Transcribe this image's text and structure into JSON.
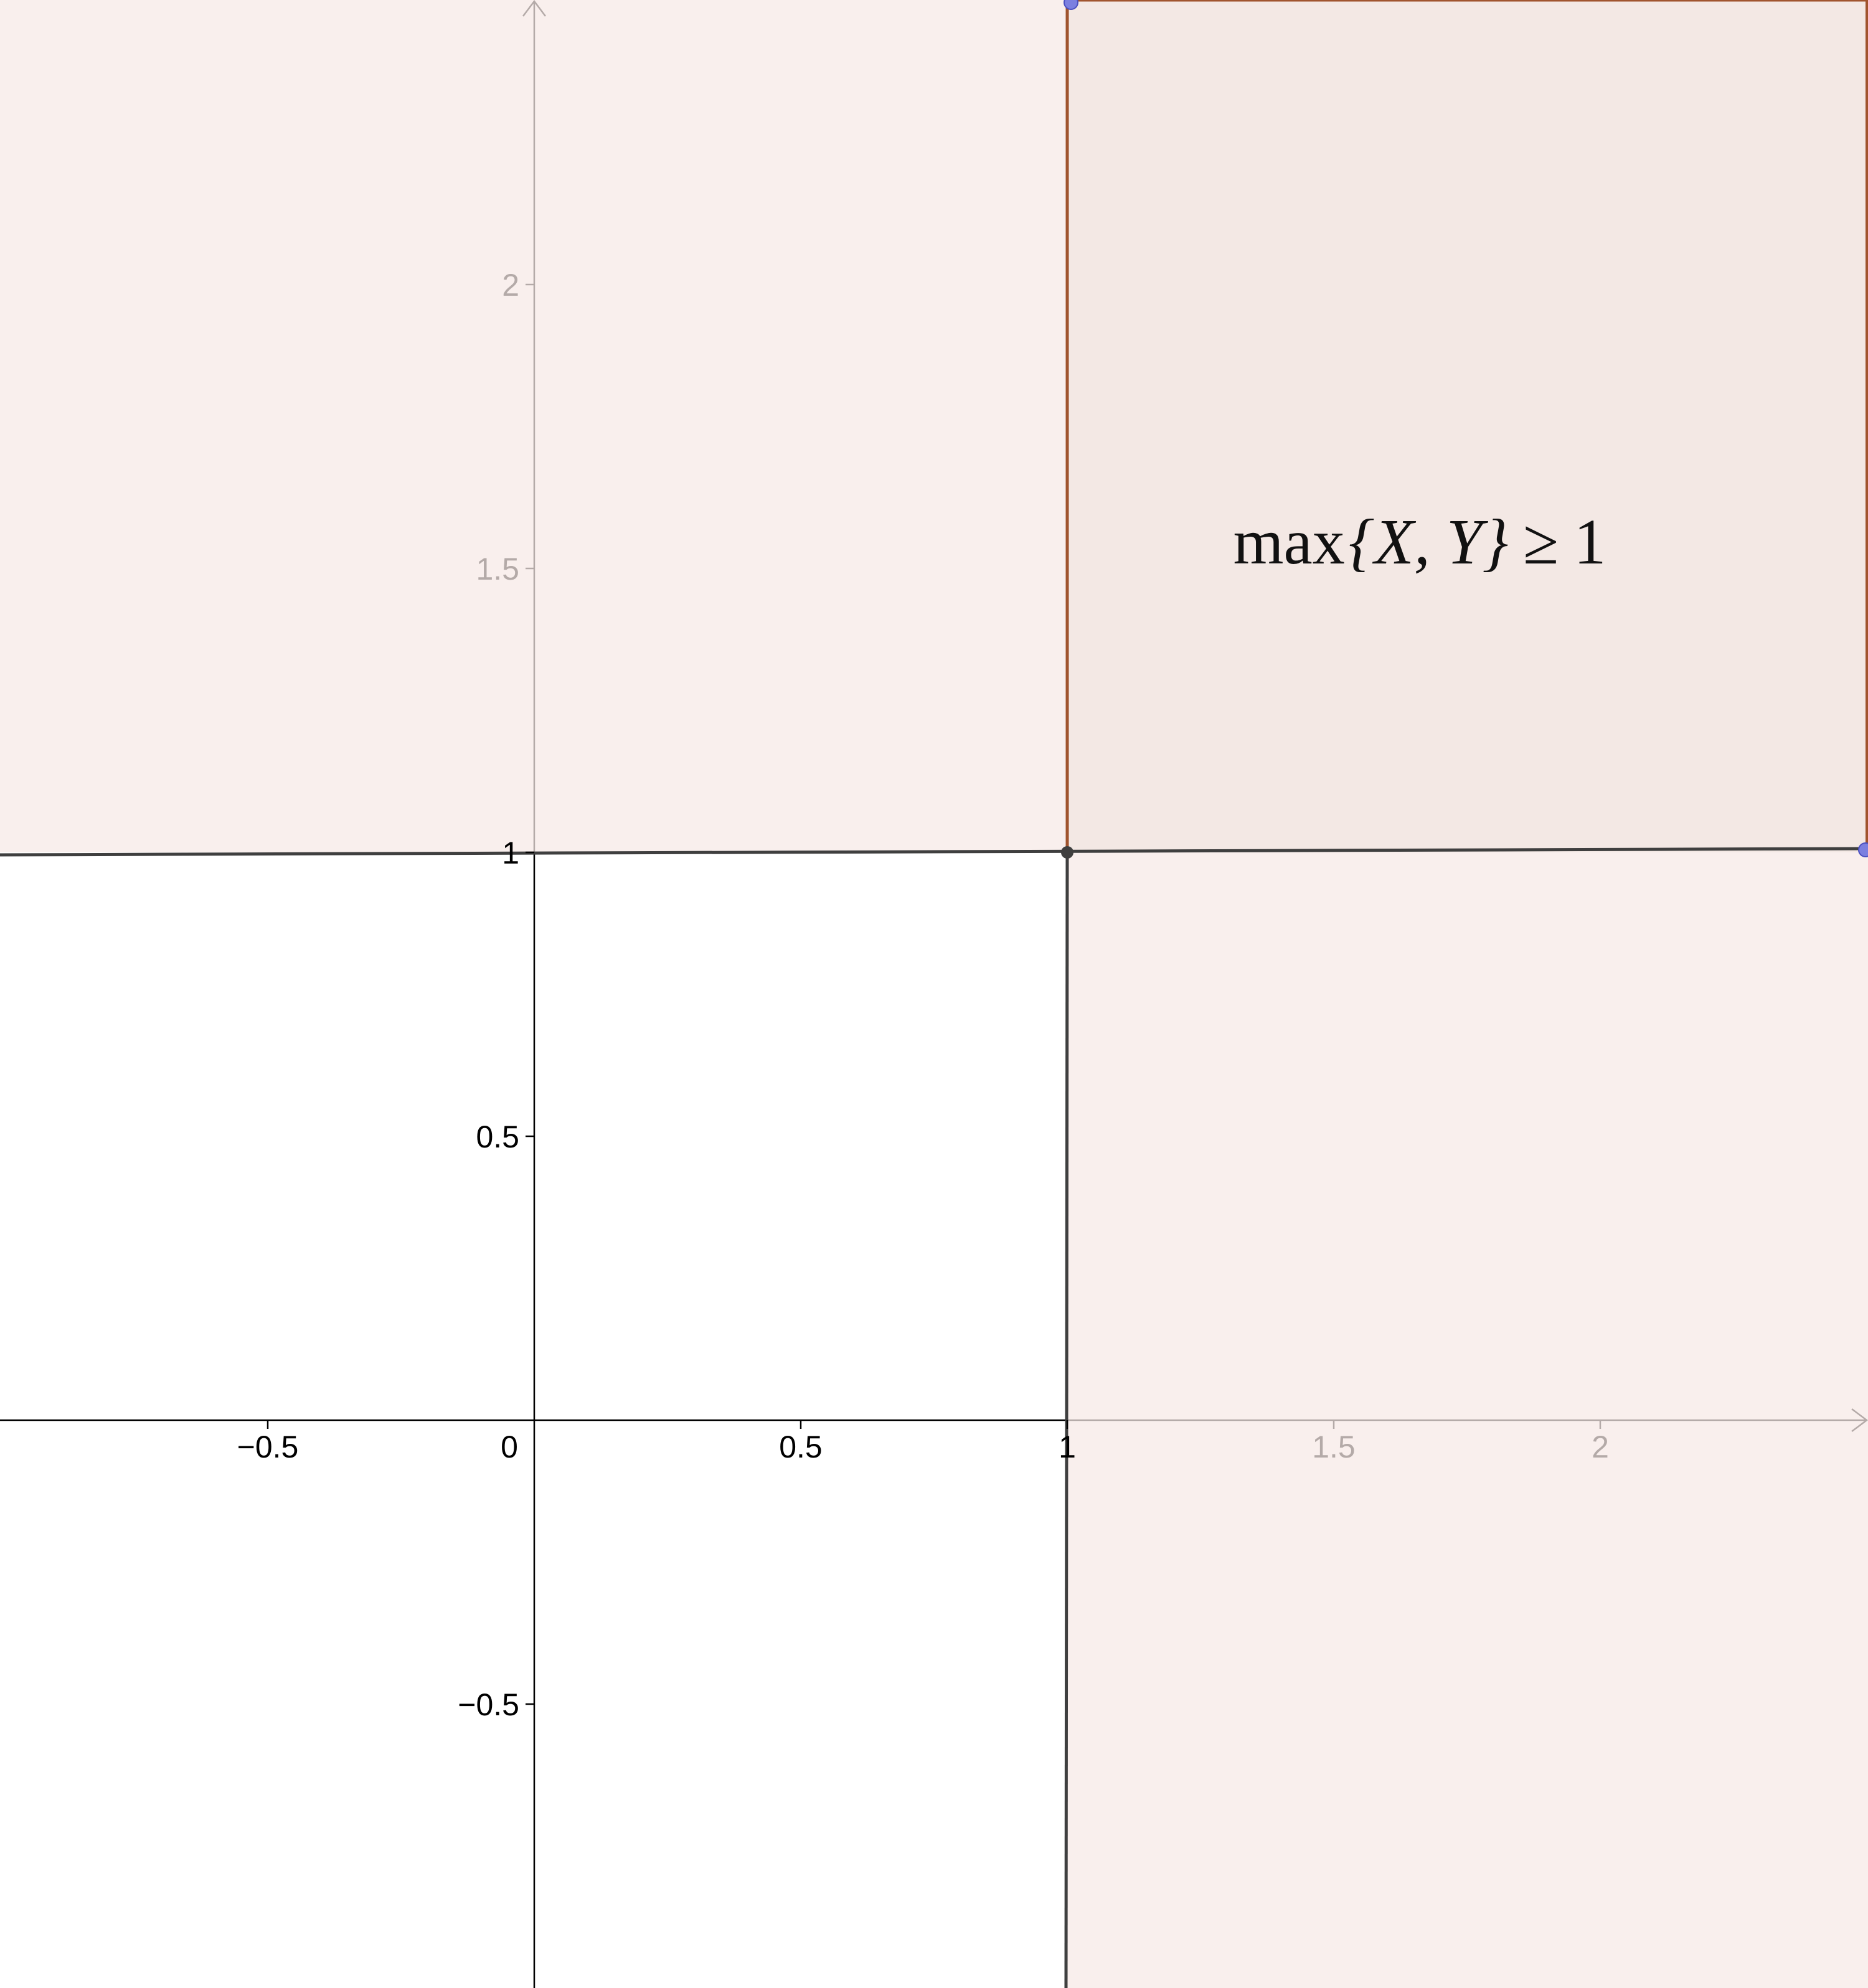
{
  "x_axis": {
    "range": [
      -1,
      2.5
    ],
    "ticks": [
      {
        "value": -0.5,
        "label": "−0.5"
      },
      {
        "value": 0,
        "label": "0"
      },
      {
        "value": 0.5,
        "label": "0.5"
      },
      {
        "value": 1,
        "label": "1"
      },
      {
        "value": 1.5,
        "label": "1.5"
      },
      {
        "value": 2,
        "label": "2"
      }
    ]
  },
  "y_axis": {
    "range": [
      -1,
      2.5
    ],
    "ticks": [
      {
        "value": -0.5,
        "label": "−0.5"
      },
      {
        "value": 0.5,
        "label": "0.5"
      },
      {
        "value": 1,
        "label": "1"
      },
      {
        "value": 1.5,
        "label": "1.5"
      },
      {
        "value": 2,
        "label": "2"
      }
    ]
  },
  "boundary": {
    "x": 1,
    "y": 1
  },
  "region_label": {
    "lhs": "max",
    "set": "{X, Y}",
    "relation": "≥",
    "rhs": "1"
  },
  "colors": {
    "region_fill": "#f9efed",
    "overlap_fill": "#f3e8e4",
    "boundary_line": "#3f3f3f",
    "square_edge": "#a0542e",
    "axis": "#000000",
    "axis_faded": "#b4aaa8",
    "point": "#7b7fe0"
  }
}
